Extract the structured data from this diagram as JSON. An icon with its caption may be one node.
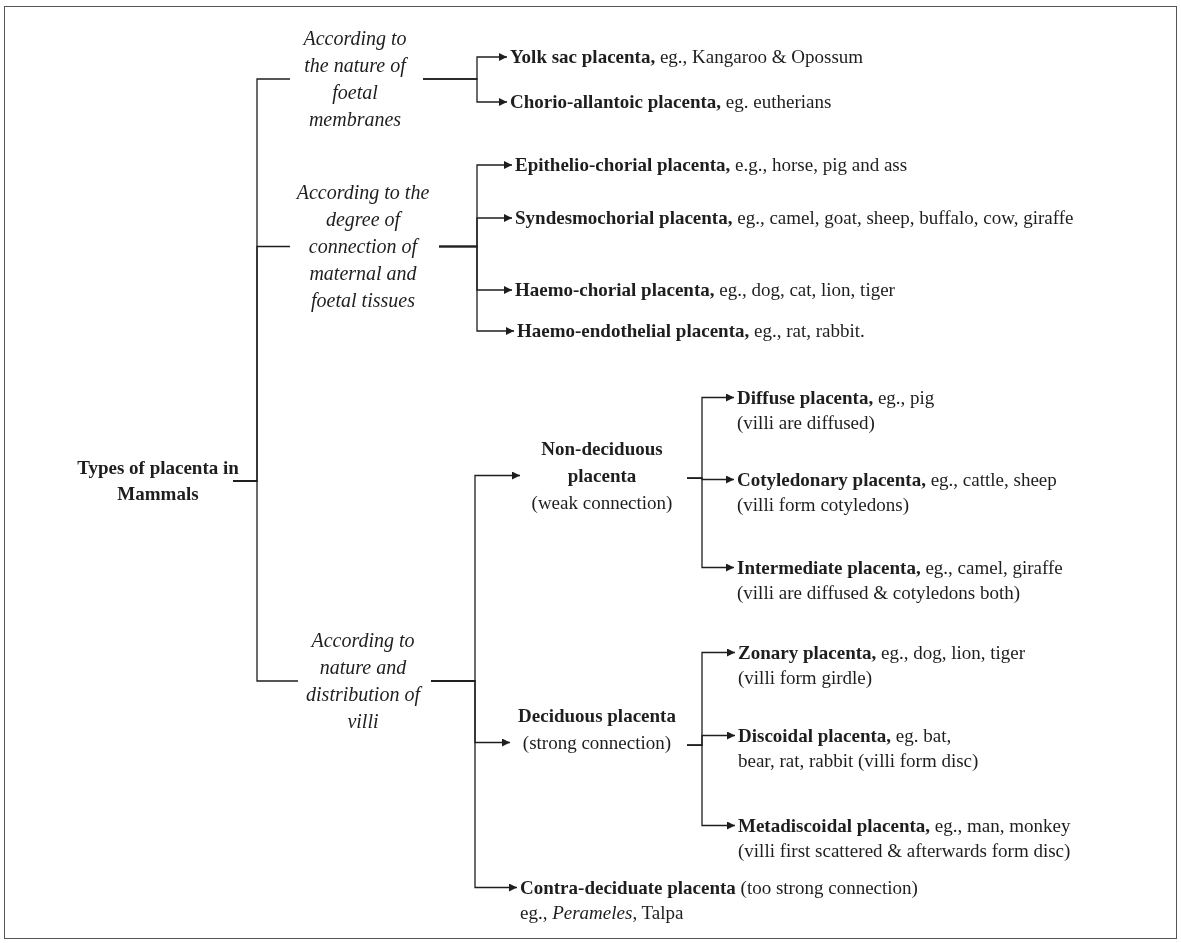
{
  "diagram": {
    "nodes": [
      {
        "text": [
          "Types of placenta in Mammals"
        ]
      },
      {
        "text": [
          "According to the nature of foetal membranes"
        ]
      },
      {
        "text": [
          "According to the degree of connection of maternal and foetal tissues"
        ]
      },
      {
        "text": [
          "According to nature and distribution of villi"
        ]
      },
      {
        "text": [
          "**Yolk sac placenta,** eg., Kangaroo & Opossum"
        ]
      },
      {
        "text": [
          "**Chorio-allantoic placenta,** eg. eutherians"
        ]
      },
      {
        "text": [
          "**Epithelio-chorial placenta,** e.g., horse, pig and ass"
        ]
      },
      {
        "text": [
          "**Syndesmochorial placenta,** eg., camel, goat, sheep, buffalo, cow, giraffe"
        ]
      },
      {
        "text": [
          "**Haemo-chorial  placenta,** eg., dog, cat, lion, tiger"
        ]
      },
      {
        "text": [
          "**Haemo-endothelial placenta,** eg., rat, rabbit."
        ]
      },
      {
        "text": [
          "Non-deciduous placenta",
          "(weak connection)"
        ]
      },
      {
        "text": [
          "Deciduous placenta",
          "(strong connection)"
        ]
      },
      {
        "text": [
          "**Contra-deciduate placenta**  (too strong connection)",
          "eg., *Perameles*, Talpa"
        ]
      },
      {
        "text": [
          "**Diffuse placenta,** eg., pig",
          "(villi are diffused)"
        ]
      },
      {
        "text": [
          "**Cotyledonary placenta,** eg., cattle, sheep",
          "(villi form cotyledons)"
        ]
      },
      {
        "text": [
          "**Intermediate placenta,** eg., camel, giraffe",
          "(villi are diffused & cotyledons both)"
        ]
      },
      {
        "text": [
          "**Zonary placenta,** eg., dog, lion, tiger",
          "(villi form girdle)"
        ]
      },
      {
        "text": [
          "**Discoidal placenta,** eg. bat,",
          "bear, rat, rabbit (villi form disc)"
        ]
      },
      {
        "text": [
          "**Metadiscoidal placenta,** eg., man, monkey",
          "(villi first scattered & afterwards form disc)"
        ]
      }
    ],
    "edges": [
      {
        "from": 0,
        "to": 1,
        "arrow": "none"
      },
      {
        "from": 0,
        "to": 2,
        "arrow": "none"
      },
      {
        "from": 0,
        "to": 3,
        "arrow": "none"
      },
      {
        "from": 1,
        "to": 4,
        "arrow": "to"
      },
      {
        "from": 1,
        "to": 5,
        "arrow": "to"
      },
      {
        "from": 2,
        "to": 6,
        "arrow": "to"
      },
      {
        "from": 2,
        "to": 7,
        "arrow": "to"
      },
      {
        "from": 2,
        "to": 8,
        "arrow": "to"
      },
      {
        "from": 2,
        "to": 9,
        "arrow": "to"
      },
      {
        "from": 3,
        "to": 10,
        "arrow": "to"
      },
      {
        "from": 3,
        "to": 11,
        "arrow": "to"
      },
      {
        "from": 3,
        "to": 12,
        "arrow": "to"
      },
      {
        "from": 10,
        "to": 13,
        "arrow": "to"
      },
      {
        "from": 10,
        "to": 14,
        "arrow": "to"
      },
      {
        "from": 10,
        "to": 15,
        "arrow": "to"
      },
      {
        "from": 11,
        "to": 16,
        "arrow": "to"
      },
      {
        "from": 11,
        "to": 17,
        "arrow": "to"
      },
      {
        "from": 11,
        "to": 18,
        "arrow": "to"
      }
    ]
  }
}
